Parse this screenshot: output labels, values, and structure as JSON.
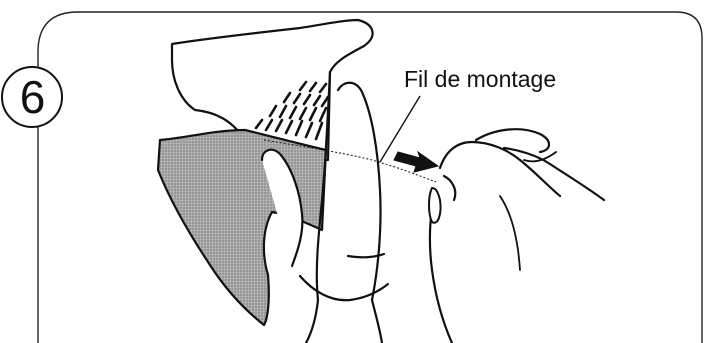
{
  "step": {
    "number": "6"
  },
  "illustration": {
    "callout_label": "Fil de montage",
    "subject": "hands-pulling-thread"
  },
  "colors": {
    "ink": "#111111",
    "fabric_shade": "#8f8f8f",
    "background": "#ffffff"
  }
}
